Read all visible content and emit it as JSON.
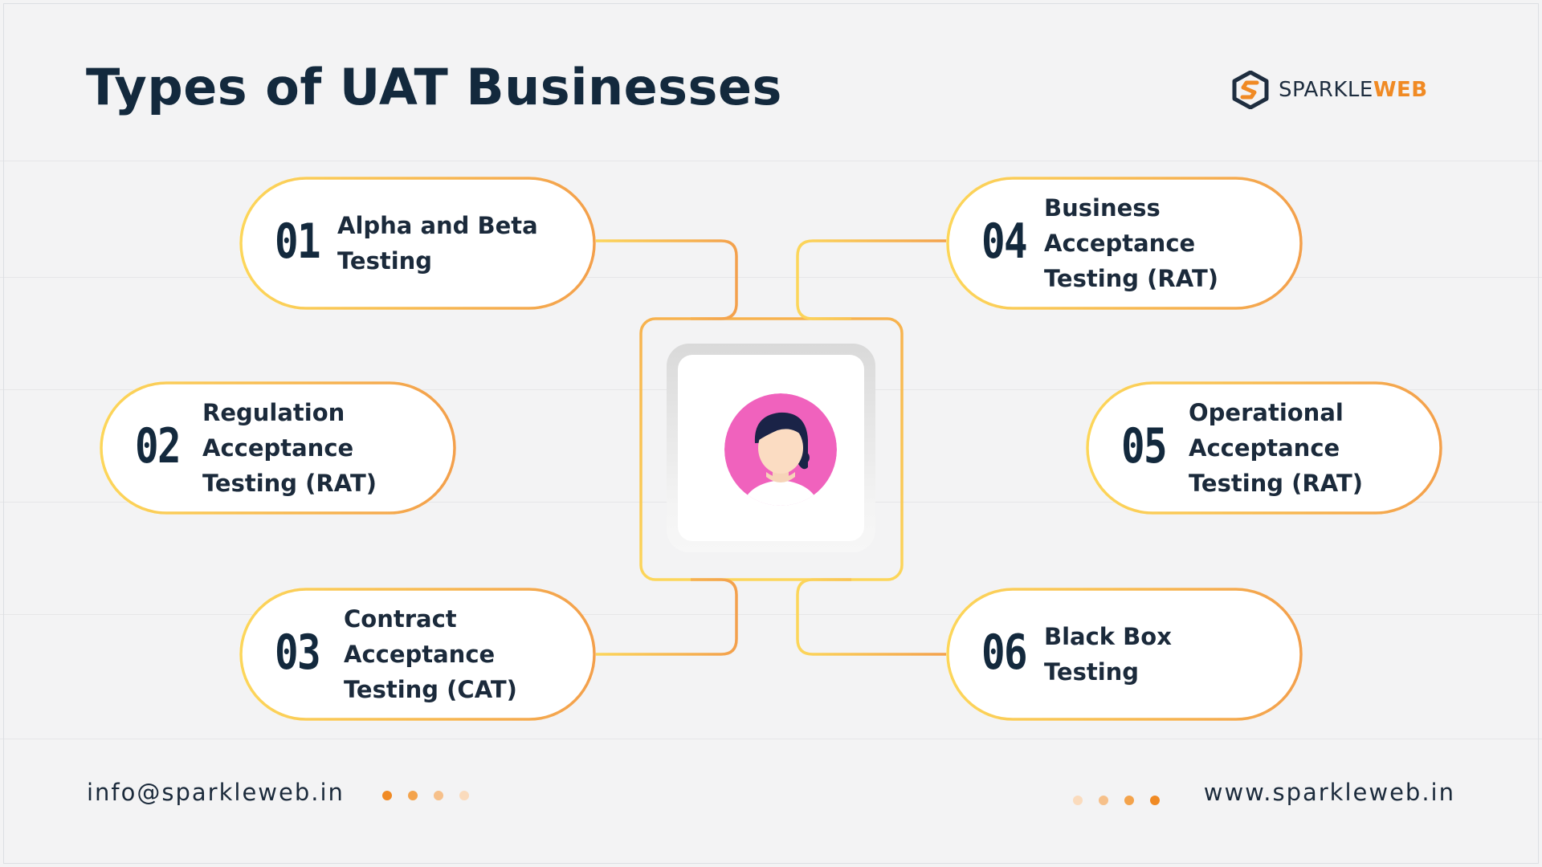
{
  "header": {
    "title": "Types of UAT Businesses"
  },
  "logo": {
    "name_part1": "SPARKLE",
    "name_part2": "WEB",
    "mark_colors": [
      "#1e2d3f",
      "#f08a24"
    ]
  },
  "center": {
    "icon": "woman-avatar-icon",
    "avatar_bg": "#f062bd",
    "hair_color": "#1a2347"
  },
  "items": [
    {
      "number": "01",
      "label": "Alpha and Beta\nTesting"
    },
    {
      "number": "02",
      "label": "Regulation\nAcceptance\nTesting (RAT)"
    },
    {
      "number": "03",
      "label": "Contract\nAcceptance\nTesting (CAT)"
    },
    {
      "number": "04",
      "label": "Business\nAcceptance\nTesting (RAT)"
    },
    {
      "number": "05",
      "label": "Operational\nAcceptance\nTesting (RAT)"
    },
    {
      "number": "06",
      "label": "Black Box\nTesting"
    }
  ],
  "footer": {
    "email": "info@sparkleweb.in",
    "website": "www.sparkleweb.in"
  },
  "colors": {
    "accent_orange": "#f39a3f",
    "accent_yellow": "#fbd44a",
    "text_dark": "#13293d"
  }
}
